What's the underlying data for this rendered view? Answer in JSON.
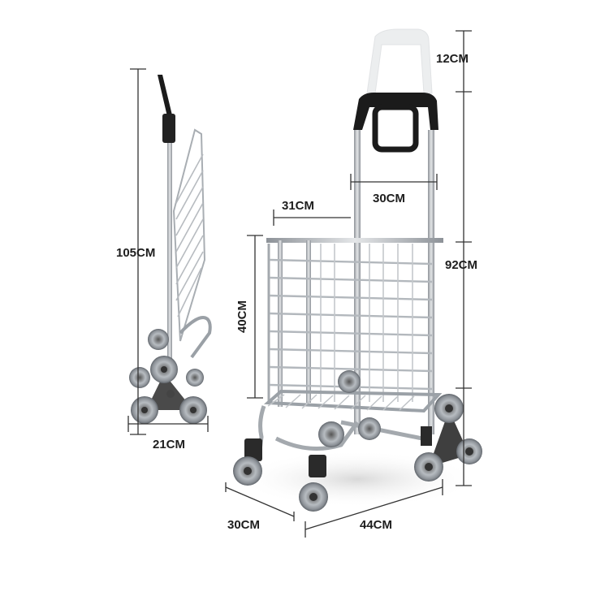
{
  "image": {
    "description_kind": "product-dimension-photo",
    "colors": {
      "background": "#ffffff",
      "frame": "#b9bdc2",
      "frame_dark": "#7f858b",
      "handle": "#1b1b1b",
      "wheel": "#9aa0a6",
      "wheel_hub": "#3a3a3a",
      "dimension_line": "#333333",
      "label": "#1e1e1e"
    }
  },
  "dimensions": {
    "handle_extension": "12CM",
    "handle_width": "30CM",
    "basket_depth_top": "31CM",
    "body_height": "92CM",
    "folded_height": "105CM",
    "basket_height": "40CM",
    "folded_depth": "21CM",
    "base_depth": "30CM",
    "base_width": "44CM"
  }
}
